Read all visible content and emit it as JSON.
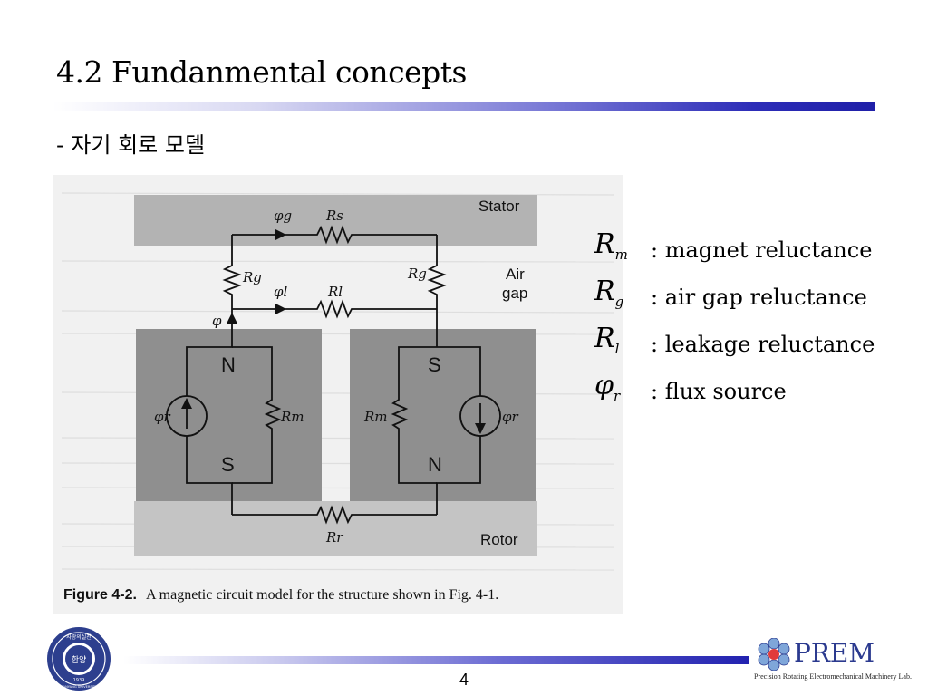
{
  "slide": {
    "title": "4.2 Fundanmental concepts",
    "subtitle": "- 자기 회로 모델",
    "page_number": "4"
  },
  "figure": {
    "labels": {
      "stator": "Stator",
      "air": "Air",
      "gap": "gap",
      "rotor": "Rotor",
      "n_left": "N",
      "s_left": "S",
      "s_right": "S",
      "n_right": "N",
      "phi_g": "φg",
      "phi_l": "φl",
      "phi": "φ",
      "phi_r": "φr",
      "r_s": "Rs",
      "r_g": "Rg",
      "r_l": "Rl",
      "r_m": "Rm",
      "r_r": "Rr"
    },
    "caption_bold": "Figure 4-2.",
    "caption_text": "A magnetic circuit model for the structure shown in Fig. 4-1.",
    "colors": {
      "block": "#8f8f8f",
      "stator": "#b3b3b3",
      "paper": "#f1f1f1"
    }
  },
  "legend": [
    {
      "symbol": "R",
      "sub": "m",
      "text": "magnet reluctance"
    },
    {
      "symbol": "R",
      "sub": "g",
      "text": "air gap reluctance"
    },
    {
      "symbol": "R",
      "sub": "l",
      "text": "leakage reluctance"
    },
    {
      "symbol": "φ",
      "sub": "r",
      "text": "flux source"
    }
  ],
  "legend_separator": ":",
  "logo": {
    "name": "PREM",
    "subtitle": "Precision Rotating Electromechanical Machinery Lab.",
    "icon": "gear-flower-icon"
  },
  "seal": {
    "center_text": "한양",
    "top_text": "사랑의실천",
    "year": "1939",
    "bottom_text": "HANYANG UNIVERSITY"
  }
}
